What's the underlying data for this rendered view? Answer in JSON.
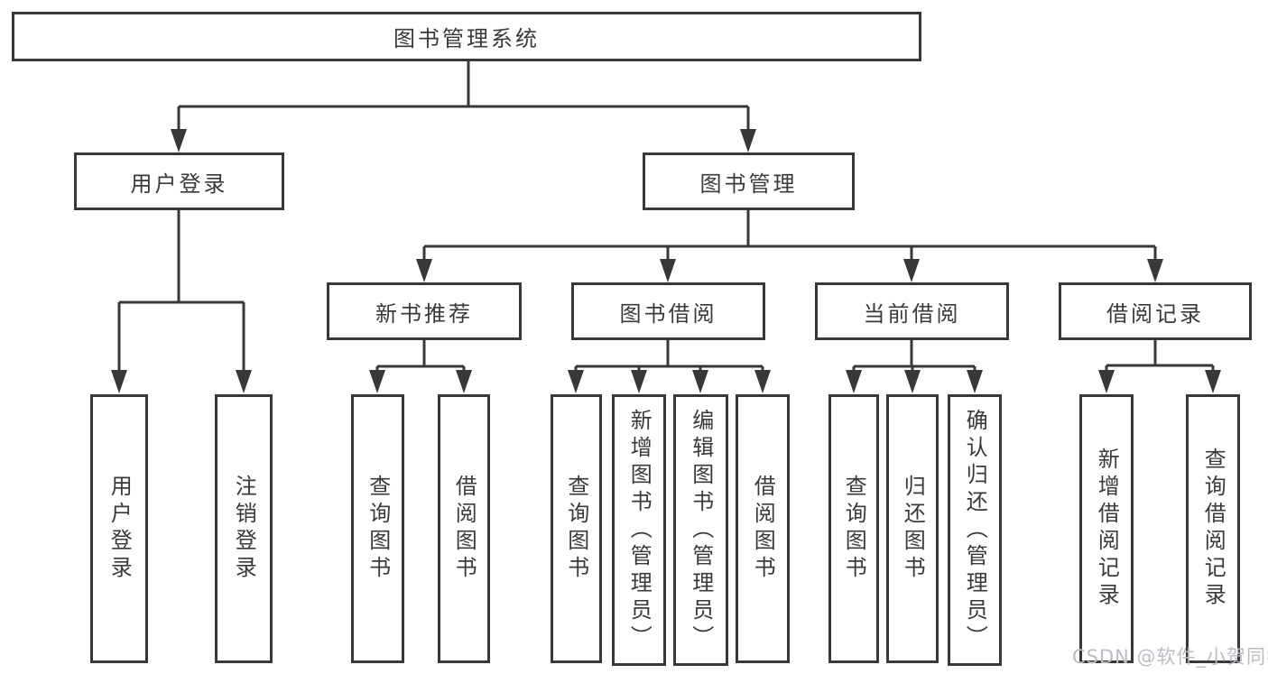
{
  "colors": {
    "line": "#383838",
    "text": "#3a3a3a",
    "watermark": "#b9bdc3",
    "background": "#ffffff"
  },
  "watermark": {
    "text": "CSDN @软件_小贺同学"
  },
  "tree": {
    "label": "图书管理系统",
    "children": [
      {
        "label": "用户登录",
        "children": [
          {
            "label": "用户登录"
          },
          {
            "label": "注销登录"
          }
        ]
      },
      {
        "label": "图书管理",
        "children": [
          {
            "label": "新书推荐",
            "children": [
              {
                "label": "查询图书"
              },
              {
                "label": "借阅图书"
              }
            ]
          },
          {
            "label": "图书借阅",
            "children": [
              {
                "label": "查询图书"
              },
              {
                "label": "新增图书（管理员）"
              },
              {
                "label": "编辑图书（管理员）"
              },
              {
                "label": "借阅图书"
              }
            ]
          },
          {
            "label": "当前借阅",
            "children": [
              {
                "label": "查询图书"
              },
              {
                "label": "归还图书"
              },
              {
                "label": "确认归还（管理员）"
              }
            ]
          },
          {
            "label": "借阅记录",
            "children": [
              {
                "label": "新增借阅记录"
              },
              {
                "label": "查询借阅记录"
              }
            ]
          }
        ]
      }
    ]
  }
}
